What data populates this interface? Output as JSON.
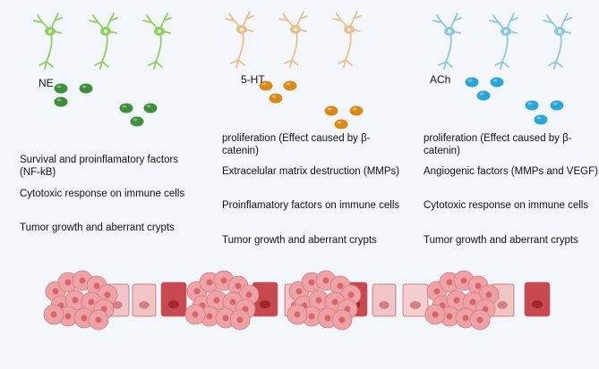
{
  "colors": {
    "ne": "#3f8f3a",
    "ne_neuron": "#8ecf5f",
    "ht": "#d98b1a",
    "ht_neuron": "#e8c08a",
    "ach": "#2aa6d6",
    "ach_neuron": "#8ec8d8",
    "tissue": "#e9a1a4",
    "tissue_dark": "#c8484f"
  },
  "columns": [
    {
      "id": "ne",
      "label": "NE",
      "effects": [
        "Survival and proinflamatory factors (NF-kB)",
        "Cytotoxic response on immune cells",
        "Tumor growth and aberrant crypts"
      ]
    },
    {
      "id": "ht",
      "label": "5-HT",
      "effects": [
        "proliferation (Effect caused by β-catenin)",
        "Extracelular matrix destruction (MMPs)",
        "Proinflamatory factors on immune cells",
        "Tumor growth and aberrant crypts"
      ]
    },
    {
      "id": "ach",
      "label": "ACh",
      "effects": [
        "proliferation (Effect caused by β-catenin)",
        "Angiogenic factors (MMPs and VEGF)",
        "Cytotoxic response on immune cells",
        "Tumor growth and aberrant crypts"
      ]
    }
  ]
}
